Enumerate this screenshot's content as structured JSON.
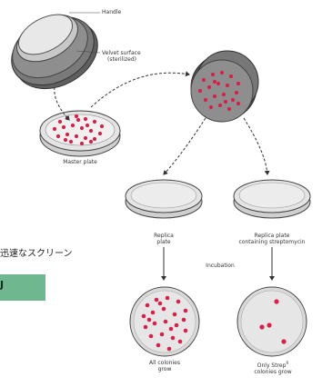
{
  "labels": {
    "handle": "Handle",
    "velvet_line1": "Velvet surface",
    "velvet_line2": "(sterilized)",
    "master_plate": "Master plate",
    "replica_plate_line1": "Replica",
    "replica_plate_line2": "plate",
    "replica_strep_line1": "Replica plate",
    "replica_strep_line2": "containing streptomycin",
    "incubation": "Incubation",
    "all_colonies_line1": "All colonies",
    "all_colonies_line2": "grow",
    "only_strep_line1": "Only Strep",
    "only_strep_sup": "R",
    "only_strep_line2": "colonies grow"
  },
  "overlay": {
    "japanese_text": "迅速なスクリーン",
    "green_box_label": "J"
  },
  "colors": {
    "colony": "#d8204a",
    "plate_fill": "#e4e4e4",
    "plate_rim": "#bfbfbf",
    "velvet": "#8e8e8e",
    "outline": "#444444",
    "green_box": "#6fb88f"
  }
}
